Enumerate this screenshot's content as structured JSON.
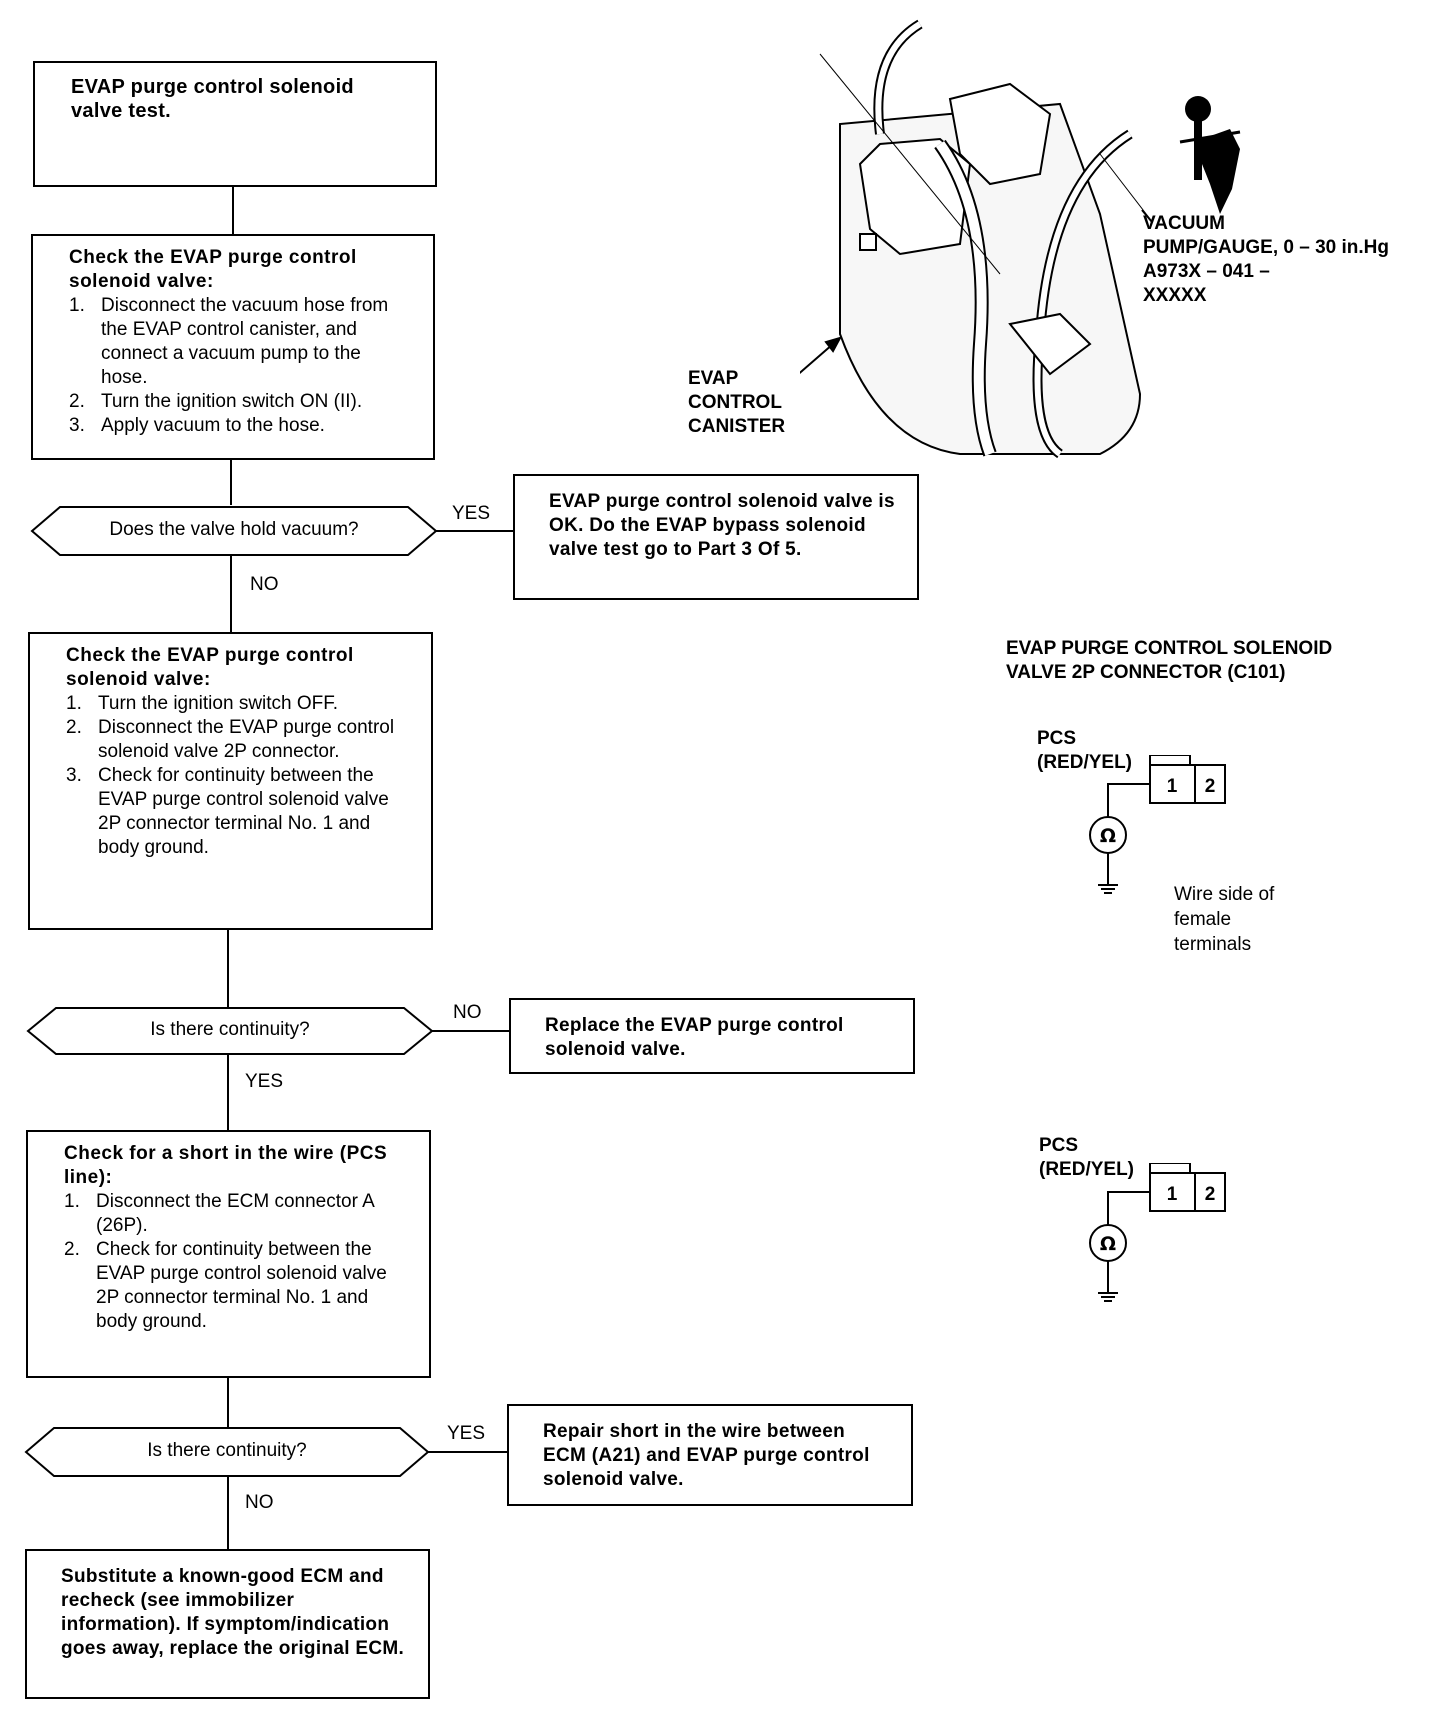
{
  "start": {
    "text": "EVAP purge control solenoid valve test."
  },
  "step1": {
    "title": "Check the EVAP purge control solenoid valve:",
    "items": [
      "Disconnect the vacuum hose from the EVAP control canister, and connect a vacuum pump to the hose.",
      "Turn the ignition switch ON (II).",
      "Apply vacuum to the hose."
    ]
  },
  "decision1": {
    "question": "Does the valve hold vacuum?",
    "yes": "YES",
    "no": "NO"
  },
  "result1": {
    "text": "EVAP purge control solenoid valve is OK. Do the EVAP bypass solenoid valve test go to Part 3 Of 5."
  },
  "step2": {
    "title": "Check the EVAP purge control solenoid valve:",
    "items": [
      "Turn the ignition switch OFF.",
      "Disconnect the EVAP purge control solenoid valve 2P connector.",
      "Check for continuity between the EVAP purge control solenoid valve 2P connector terminal No. 1 and body ground."
    ]
  },
  "decision2": {
    "question": "Is there continuity?",
    "yes": "YES",
    "no": "NO"
  },
  "result2": {
    "text": "Replace the EVAP purge control solenoid valve."
  },
  "step3": {
    "title": "Check for a short in the wire (PCS line):",
    "items": [
      "Disconnect the ECM connector A (26P).",
      "Check for continuity between the EVAP purge control solenoid valve 2P connector terminal No. 1 and body ground."
    ]
  },
  "decision3": {
    "question": "Is there continuity?",
    "yes": "YES",
    "no": "NO"
  },
  "result3": {
    "text": "Repair short in the wire between ECM (A21) and EVAP purge control solenoid valve."
  },
  "final": {
    "text": "Substitute a known-good ECM and recheck (see immobilizer information). If symptom/indication goes away, replace the original ECM."
  },
  "illustration": {
    "canister_label": [
      "EVAP",
      "CONTROL",
      "CANISTER"
    ],
    "pump_label": [
      "VACUUM",
      "PUMP/GAUGE, 0 – 30 in.Hg",
      "A973X – 041 –",
      "XXXXX"
    ]
  },
  "connector_title": [
    "EVAP PURGE CONTROL SOLENOID",
    "VALVE 2P CONNECTOR (C101)"
  ],
  "connector1": {
    "wire": "PCS",
    "color": "(RED/YEL)",
    "pin1": "1",
    "pin2": "2",
    "meter": "Ω",
    "note": [
      "Wire side of",
      "female",
      "terminals"
    ]
  },
  "connector2": {
    "wire": "PCS",
    "color": "(RED/YEL)",
    "pin1": "1",
    "pin2": "2",
    "meter": "Ω"
  }
}
